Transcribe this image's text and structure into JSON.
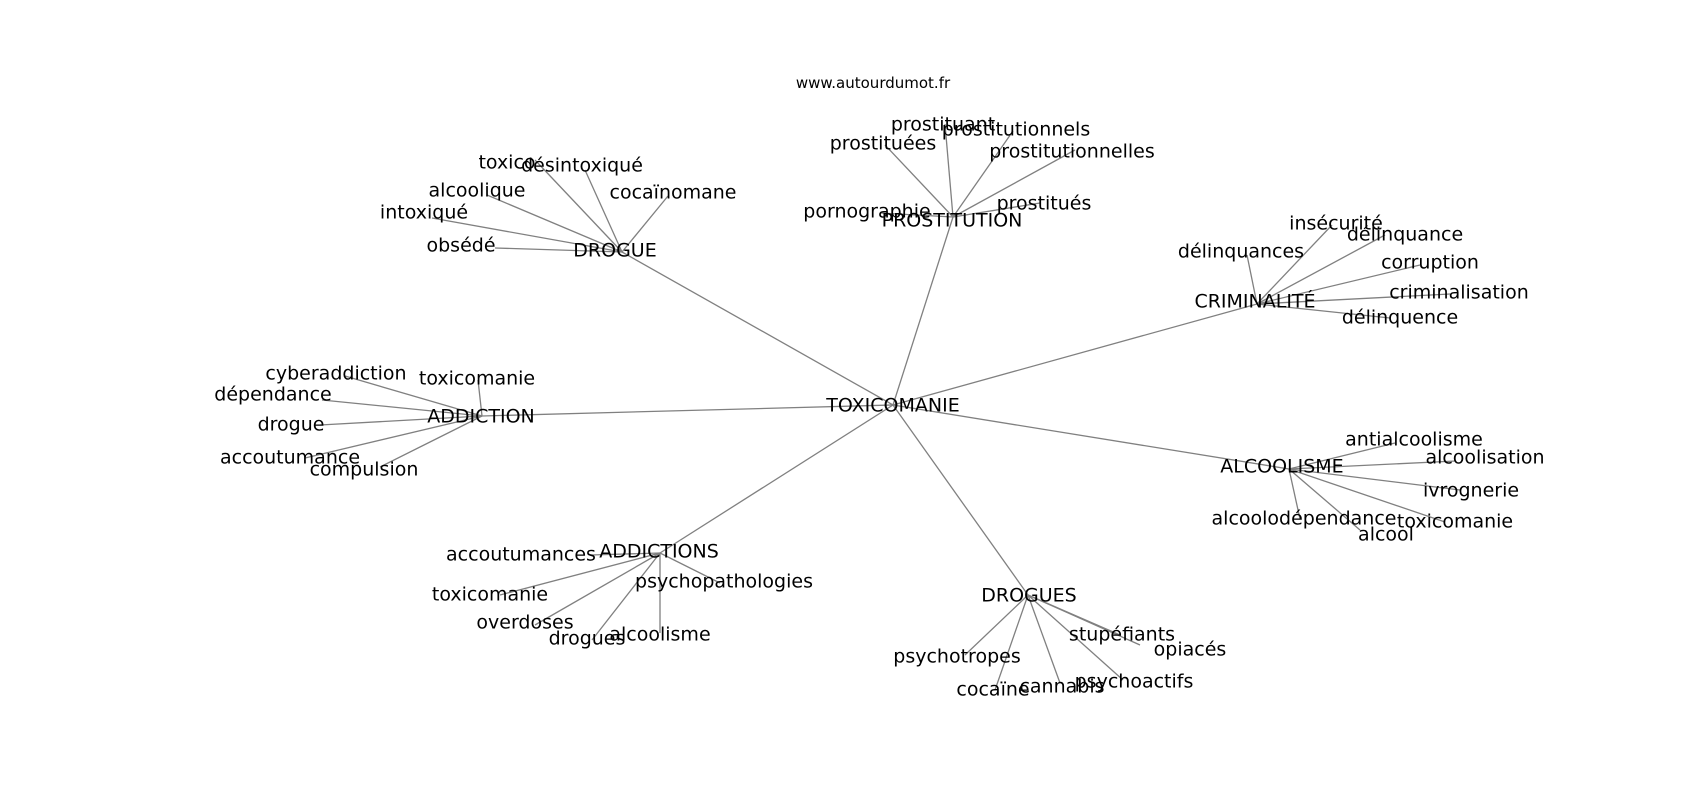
{
  "site_label": "www.autourdumot.fr",
  "colors": {
    "edge": "#808080",
    "text": "#000000",
    "background": "#ffffff"
  },
  "graph": {
    "center": "TOXICOMANIE",
    "groups": [
      {
        "hub": "DROGUE",
        "leaves": [
          "toxico",
          "désintoxiqué",
          "alcoolique",
          "cocaïnomane",
          "intoxiqué",
          "obsédé"
        ]
      },
      {
        "hub": "PROSTITUTION",
        "leaves": [
          "prostituant",
          "prostitutionnels",
          "prostituées",
          "prostitutionnelles",
          "pornographie",
          "prostitués"
        ]
      },
      {
        "hub": "CRIMINALITÉ",
        "leaves": [
          "insécurité",
          "délinquance",
          "délinquances",
          "corruption",
          "criminalisation",
          "délinquence"
        ]
      },
      {
        "hub": "ADDICTION",
        "leaves": [
          "cyberaddiction",
          "toxicomanie",
          "dépendance",
          "drogue",
          "accoutumance",
          "compulsion"
        ]
      },
      {
        "hub": "ALCOOLISME",
        "leaves": [
          "antialcoolisme",
          "alcoolisation",
          "ivrognerie",
          "alcoolodépendance",
          "toxicomanie",
          "alcool"
        ]
      },
      {
        "hub": "ADDICTIONS",
        "leaves": [
          "accoutumances",
          "psychopathologies",
          "toxicomanie",
          "overdoses",
          "drogues",
          "alcoolisme"
        ]
      },
      {
        "hub": "DROGUES",
        "leaves": [
          "stupéfiants",
          "opiacés",
          "psychotropes",
          "psychoactifs",
          "cannabis",
          "cocaïne"
        ]
      }
    ]
  }
}
